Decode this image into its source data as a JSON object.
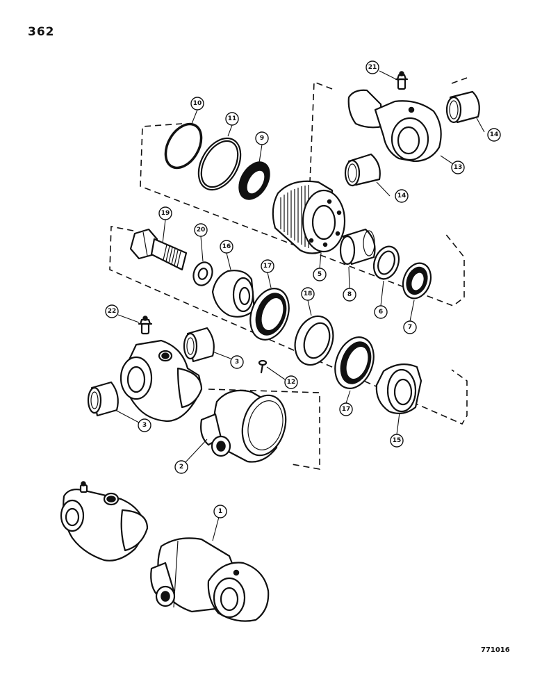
{
  "page_number": "362",
  "figure_code": "771016",
  "callouts": {
    "c1": "1",
    "c2": "2",
    "c3a": "3",
    "c3b": "3",
    "c5": "5",
    "c6": "6",
    "c7": "7",
    "c8": "8",
    "c9": "9",
    "c10": "10",
    "c11": "11",
    "c12": "12",
    "c13": "13",
    "c14a": "14",
    "c14b": "14",
    "c15": "15",
    "c16": "16",
    "c17a": "17",
    "c17b": "17",
    "c18": "18",
    "c19": "19",
    "c20": "20",
    "c21": "21",
    "c22": "22"
  }
}
